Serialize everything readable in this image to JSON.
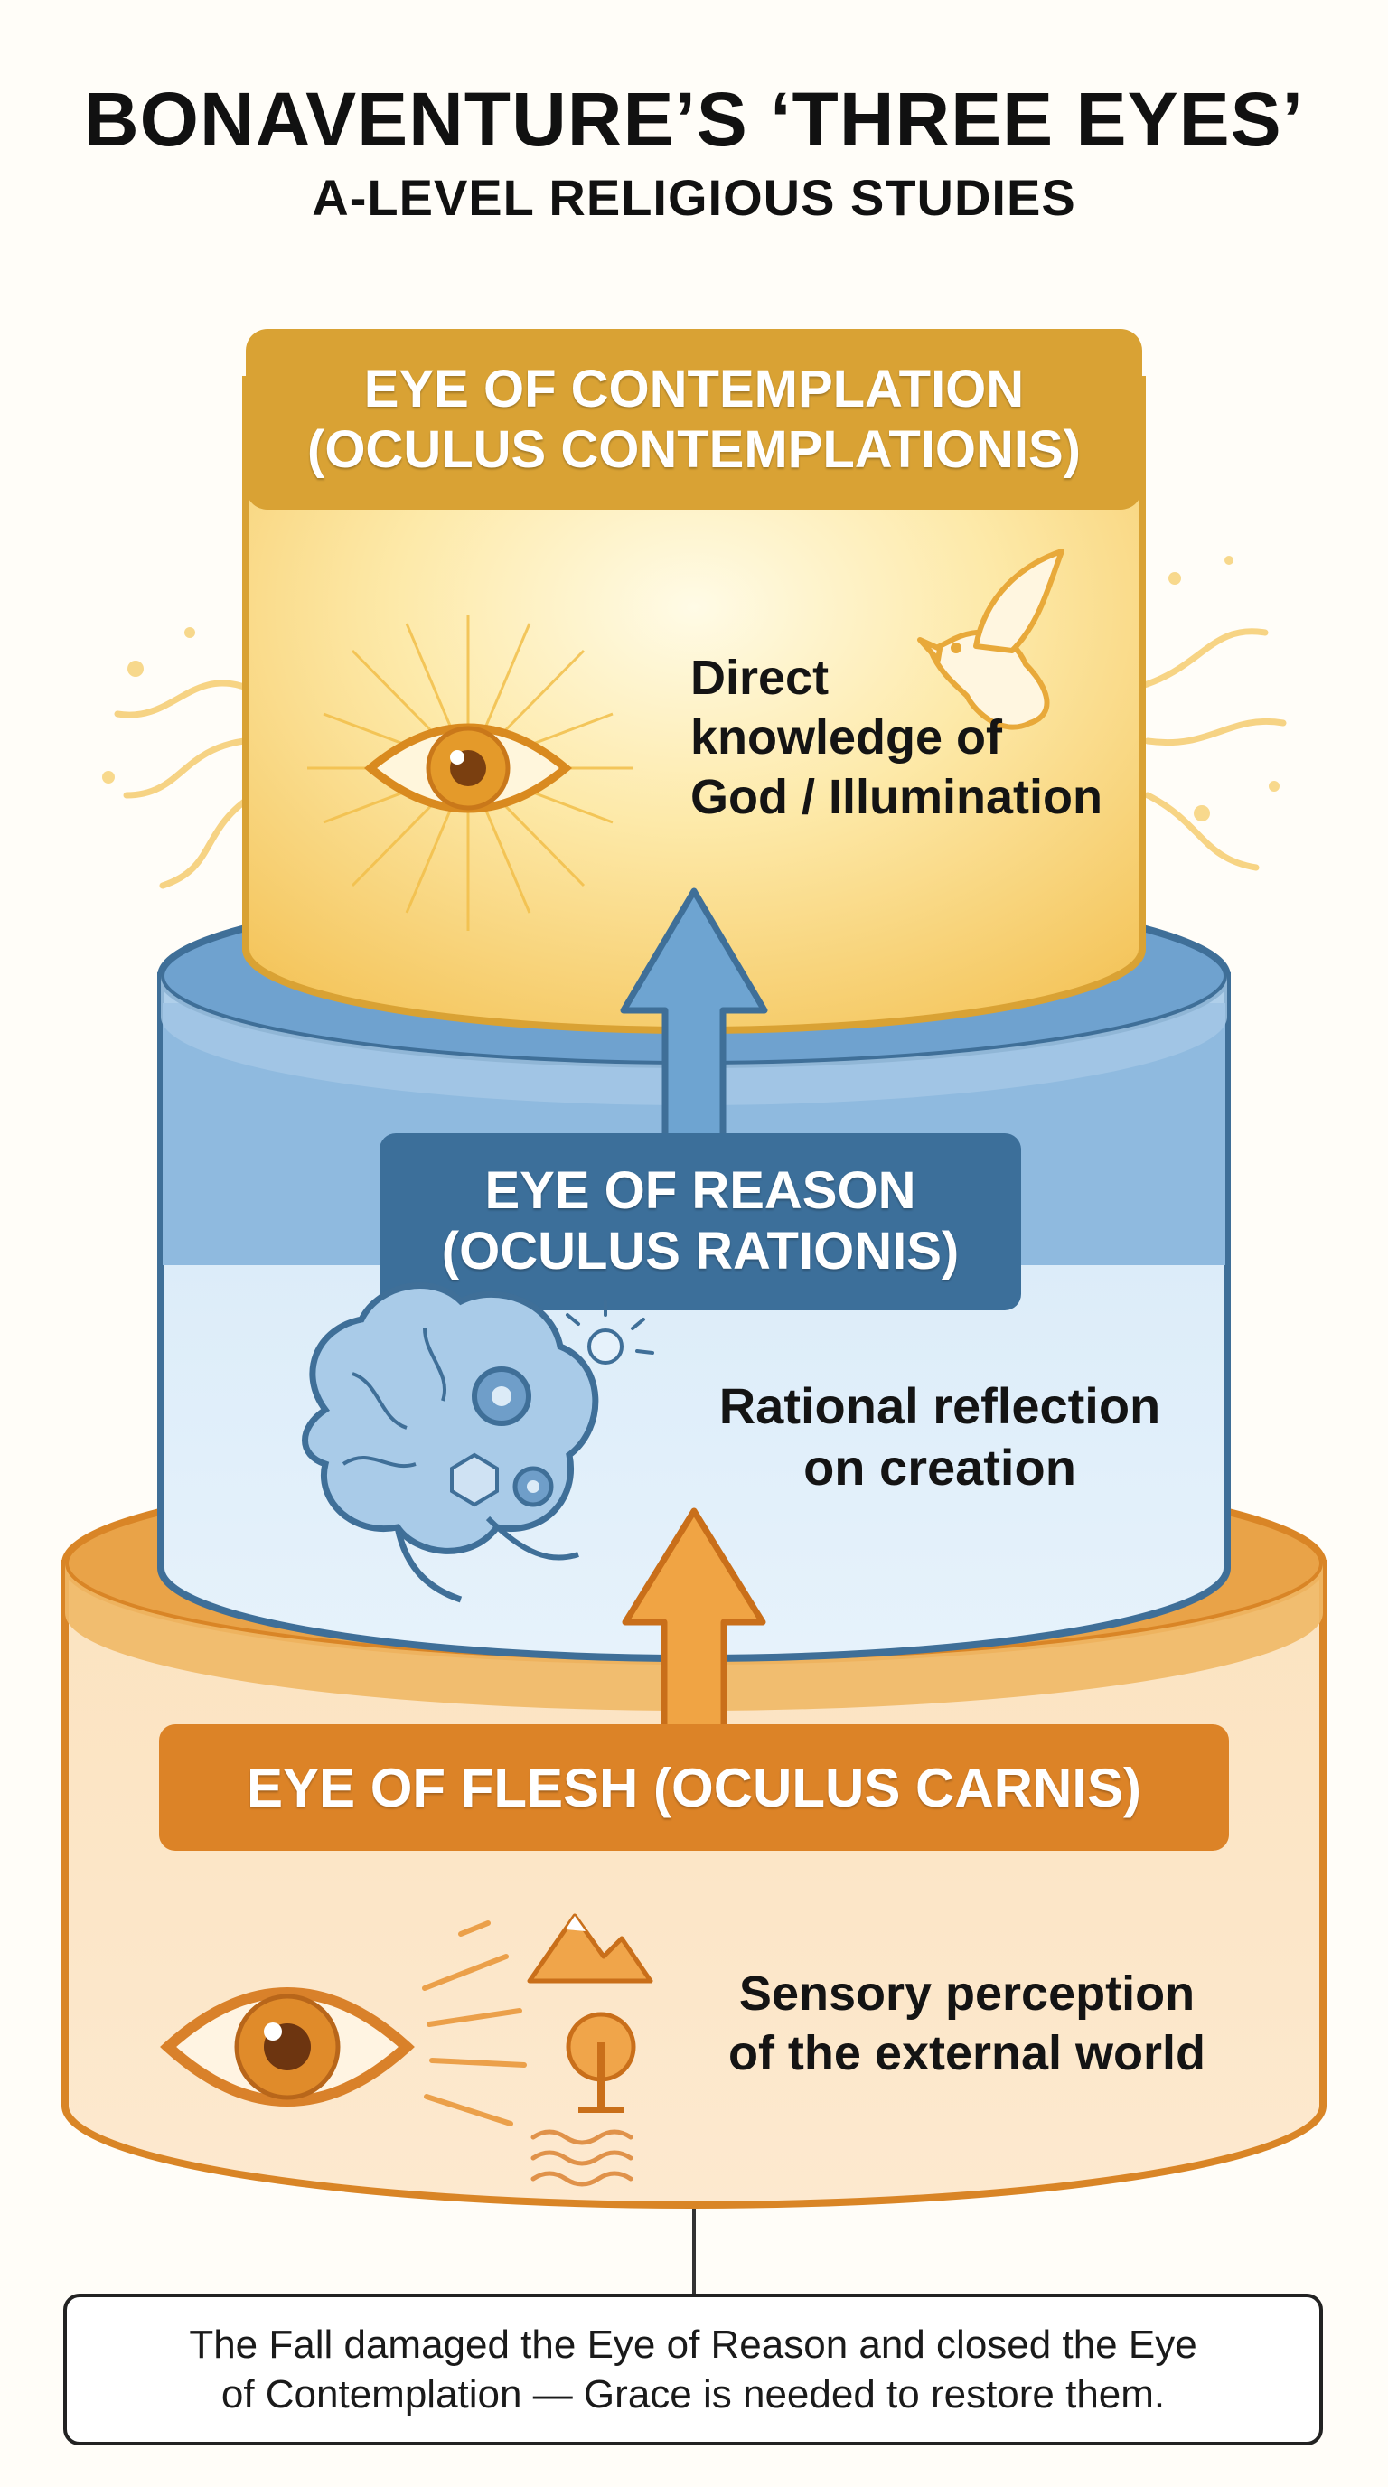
{
  "header": {
    "title": "BONAVENTURE’S ‘THREE EYES’",
    "subtitle": "A-LEVEL RELIGIOUS STUDIES"
  },
  "tiers": {
    "contemplation": {
      "title_line1": "EYE OF CONTEMPLATION",
      "title_line2": "(OCULUS CONTEMPLATIONIS)",
      "desc_line1": "Direct",
      "desc_line2": "knowledge of",
      "desc_line3": "God / Illumination",
      "color": "#d9a234"
    },
    "reason": {
      "title_line1": "EYE OF REASON",
      "title_line2": "(OCULUS RATIONIS)",
      "desc_line1": "Rational reflection",
      "desc_line2": "on creation",
      "color": "#3f78a8"
    },
    "flesh": {
      "title": "EYE OF FLESH (OCULUS CARNIS)",
      "desc_line1": "Sensory perception",
      "desc_line2": "of the external world",
      "color": "#dd8a28"
    }
  },
  "footer": {
    "note_line1": "The Fall damaged the Eye of Reason and closed the Eye",
    "note_line2": "of Contemplation — Grace is needed to restore them."
  }
}
